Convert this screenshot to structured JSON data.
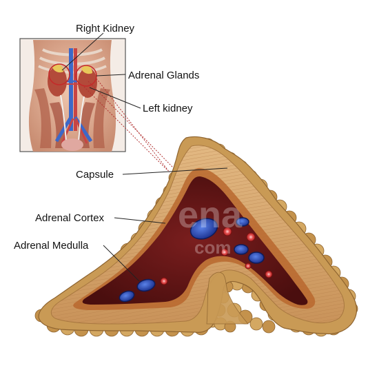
{
  "labels": {
    "right_kidney": "Right Kidney",
    "adrenal_glands": "Adrenal Glands",
    "left_kidney": "Left kidney",
    "capsule": "Capsule",
    "adrenal_cortex": "Adrenal Cortex",
    "adrenal_medulla": "Adrenal Medulla"
  },
  "watermark": {
    "line1": "ena",
    "line2": "com"
  },
  "icons": {
    "inset": "torso-anatomy-icon",
    "main": "adrenal-gland-cross-section"
  },
  "colors": {
    "capsule_bumps": "#c99a55",
    "cortex": "#d8aa72",
    "medulla": "#5c1414",
    "vein": "#2d4fb5",
    "artery": "#c42a2a",
    "label_line": "#222222",
    "dotted_line": "#b03030",
    "inset_border": "#555555"
  }
}
